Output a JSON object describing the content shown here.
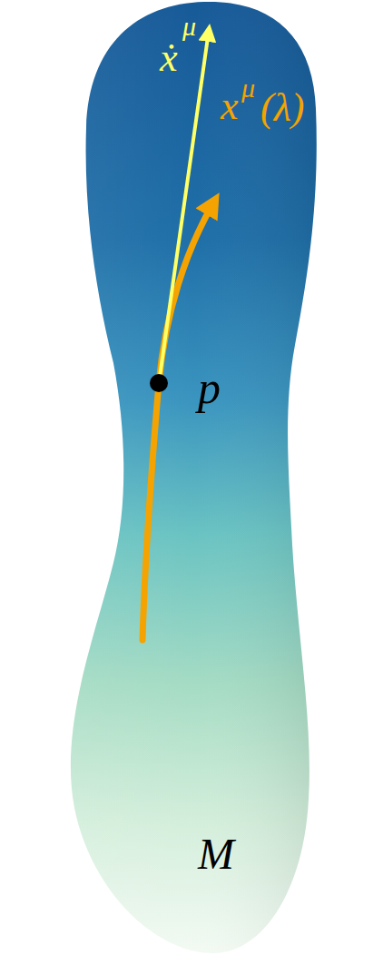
{
  "diagram": {
    "labels": [
      "ẋ",
      "μ",
      "x",
      "μ",
      "(λ)",
      "p",
      "M"
    ]
  }
}
